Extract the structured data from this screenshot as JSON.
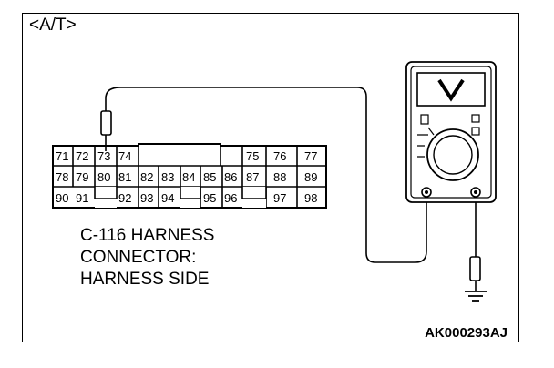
{
  "header_label": "<A/T>",
  "figure_code": "AK000293AJ",
  "caption": [
    "C-116 HARNESS",
    "CONNECTOR:",
    "HARNESS SIDE"
  ],
  "connector": {
    "row1": [
      "71",
      "72",
      "73",
      "74",
      "75",
      "76",
      "77"
    ],
    "row2": [
      "78",
      "79",
      "80",
      "81",
      "82",
      "83",
      "84",
      "85",
      "86",
      "87",
      "88",
      "89"
    ],
    "row3": [
      "90",
      "91",
      "92",
      "93",
      "94",
      "95",
      "96",
      "97",
      "98"
    ]
  },
  "meter": {
    "display_glyph": "V"
  },
  "colors": {
    "line": "#000000",
    "background": "#ffffff"
  }
}
